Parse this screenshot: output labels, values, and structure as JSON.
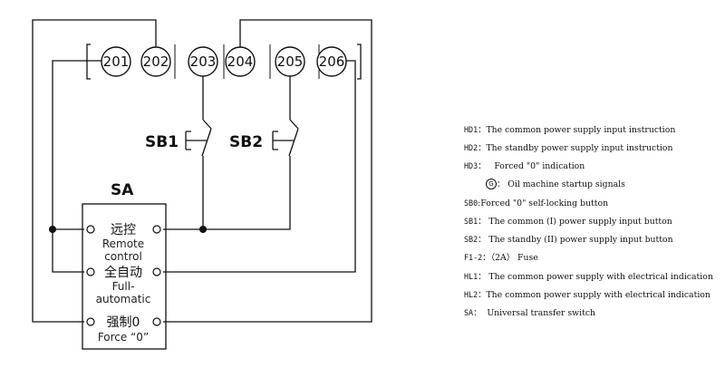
{
  "diagram": {
    "terminals": [
      "201",
      "202",
      "203",
      "204",
      "205",
      "206"
    ],
    "buttons": [
      "SB1",
      "SB2"
    ],
    "switch": {
      "label": "SA",
      "positions": [
        {
          "cn": "远控",
          "en": [
            "Remote",
            "control"
          ]
        },
        {
          "cn": "全自动",
          "en": [
            "Full-",
            "automatic"
          ]
        },
        {
          "cn": "强制0",
          "en": [
            "Force “0”"
          ]
        }
      ]
    }
  },
  "legend": {
    "items": [
      {
        "code": "HD1",
        "sep": "：",
        "text": "The common power supply input instruction"
      },
      {
        "code": "HD2",
        "sep": "：",
        "text": "The standby power supply input instruction"
      },
      {
        "code": "HD3",
        "sep": "：   ",
        "text": "Forced \"0\" indication"
      },
      {
        "symbol": "G",
        "sep": "：",
        "text": " Oil machine startup signals"
      },
      {
        "code": "SB0",
        "sep": ":",
        "text": "Forced \"0\" self-locking button"
      },
      {
        "code": "SB1",
        "sep": "：",
        "text": " The common (I) power supply input button"
      },
      {
        "code": "SB2",
        "sep": "：",
        "text": " The standby (II) power supply input button"
      },
      {
        "code": " F1-2",
        "sep": "：",
        "text": "（2A） Fuse"
      },
      {
        "code": "HL1",
        "sep": "：",
        "text": " The common power supply with electrical indication"
      },
      {
        "code": " HL2",
        "sep": "：",
        "text": "The common power supply with electrical indication"
      },
      {
        "code": "SA",
        "sep": "：",
        "text": "  Universal transfer switch"
      }
    ]
  }
}
